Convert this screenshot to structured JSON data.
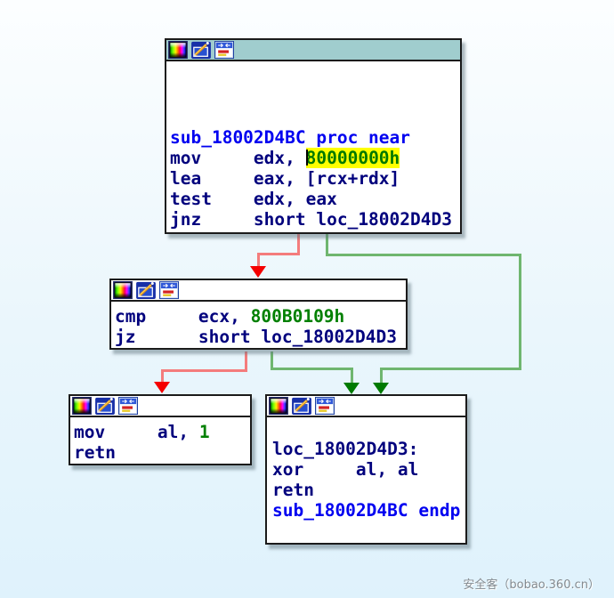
{
  "palette": {
    "background_top": "#FCFEFF",
    "background_bottom": "#DFF2FC",
    "block_border": "#1b1b1b",
    "block_bg": "#FFFFFF",
    "selected_titlebar": "#A0CDCE",
    "titlebar": "#FFFFFF",
    "code_text": "#00007d",
    "keyword_text": "#0000F0",
    "number_text": "#008000",
    "highlight_bg": "#FFFF00",
    "highlight_text": "#007800",
    "edge_red_line": "#F47C7C",
    "edge_red_arrow": "#F50000",
    "edge_green_line": "#6FB66F",
    "edge_green_arrow": "#007A00"
  },
  "titlebar_icons": [
    {
      "name": "node-color-icon"
    },
    {
      "name": "edit-node-icon"
    },
    {
      "name": "group-node-icon"
    }
  ],
  "blocks": {
    "entry": {
      "selected": true,
      "lines": [
        {
          "segments": [
            {
              "text": "sub_18002D4BC proc near",
              "style": "keyword"
            }
          ]
        },
        {
          "segments": [
            {
              "text": "mov     edx, ",
              "style": "code"
            },
            {
              "text": "80000000h",
              "style": "highlight"
            }
          ]
        },
        {
          "segments": [
            {
              "text": "lea     eax, [rcx+rdx]",
              "style": "code"
            }
          ]
        },
        {
          "segments": [
            {
              "text": "test    edx, eax",
              "style": "code"
            }
          ]
        },
        {
          "segments": [
            {
              "text": "jnz     short loc_18002D4D3",
              "style": "code"
            }
          ]
        }
      ]
    },
    "cmp": {
      "selected": false,
      "lines": [
        {
          "segments": [
            {
              "text": "cmp     ecx, ",
              "style": "code"
            },
            {
              "text": "800B0109h",
              "style": "number"
            }
          ]
        },
        {
          "segments": [
            {
              "text": "jz      short loc_18002D4D3",
              "style": "code"
            }
          ]
        }
      ]
    },
    "ret_true": {
      "selected": false,
      "lines": [
        {
          "segments": [
            {
              "text": "mov     al, ",
              "style": "code"
            },
            {
              "text": "1",
              "style": "number"
            }
          ]
        },
        {
          "segments": [
            {
              "text": "retn",
              "style": "code"
            }
          ]
        }
      ]
    },
    "loc_end": {
      "selected": false,
      "lines": [
        {
          "segments": [
            {
              "text": "loc_18002D4D3:",
              "style": "code"
            }
          ]
        },
        {
          "segments": [
            {
              "text": "xor     al, al",
              "style": "code"
            }
          ]
        },
        {
          "segments": [
            {
              "text": "retn",
              "style": "code"
            }
          ]
        },
        {
          "segments": [
            {
              "text": "sub_18002D4BC endp",
              "style": "keyword"
            }
          ]
        }
      ]
    }
  },
  "edges": [
    {
      "from": "entry",
      "to": "cmp",
      "branch": "false",
      "color": "red"
    },
    {
      "from": "entry",
      "to": "loc_end",
      "branch": "true",
      "color": "green"
    },
    {
      "from": "cmp",
      "to": "ret_true",
      "branch": "false",
      "color": "red"
    },
    {
      "from": "cmp",
      "to": "loc_end",
      "branch": "true",
      "color": "green"
    }
  ],
  "watermark": {
    "text": "安全客（bobao.360.cn）"
  }
}
